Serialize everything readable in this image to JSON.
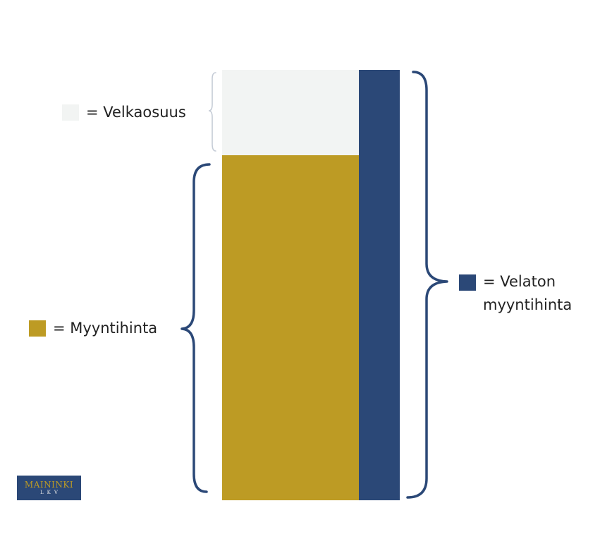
{
  "legend": {
    "debt_share": {
      "text": "= Velkaosuus",
      "color": "#f2f4f3"
    },
    "sales_price": {
      "text": "= Myyntihinta",
      "color": "#bd9b24"
    },
    "debt_free_price": {
      "line1": "= Velaton",
      "line2": "myyntihinta",
      "color": "#2b4877"
    }
  },
  "colors": {
    "brace": "#2b4877",
    "debt_brace": "#c5ccd6",
    "logo_bg": "#2b4877",
    "logo_text": "#bd9b24",
    "logo_sub": "#e8e8e8"
  },
  "logo": {
    "name": "MAININKI",
    "sub": "LKV"
  }
}
